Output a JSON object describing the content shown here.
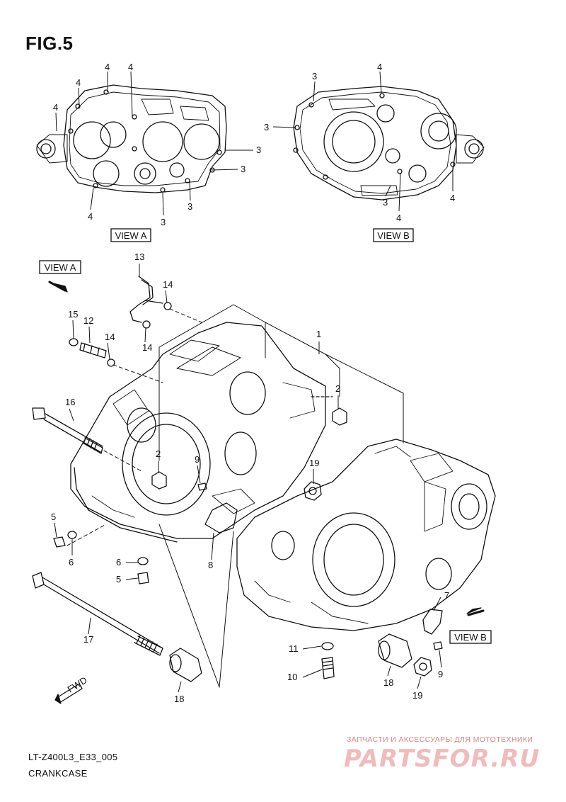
{
  "figure": {
    "title": "FIG.5",
    "code": "LT-Z400L3_E33_005",
    "name": "CRANKCASE"
  },
  "views": {
    "view_a": "VIEW A",
    "view_b": "VIEW B"
  },
  "watermark": {
    "tagline": "ЗАПЧАСТИ И АКСЕССУАРЫ ДЛЯ МОТОТЕХНИКИ",
    "logo": "PARTSFOR.RU",
    "color": "#d32f2f"
  },
  "fwd_label": "FWD",
  "callouts": {
    "va_4a": "4",
    "va_4b": "4",
    "va_4c": "4",
    "va_4d": "4",
    "va_4e": "4",
    "va_3a": "3",
    "va_3b": "3",
    "va_3c": "3",
    "va_3d": "3",
    "vb_3a": "3",
    "vb_3b": "3",
    "vb_3c": "3",
    "vb_4a": "4",
    "vb_4b": "4",
    "vb_4c": "4",
    "p1": "1",
    "p2a": "2",
    "p2b": "2",
    "p5a": "5",
    "p5b": "5",
    "p6a": "6",
    "p6b": "6",
    "p7": "7",
    "p8": "8",
    "p9a": "9",
    "p9b": "9",
    "p10": "10",
    "p11": "11",
    "p12": "12",
    "p13": "13",
    "p14a": "14",
    "p14b": "14",
    "p14c": "14",
    "p15": "15",
    "p16": "16",
    "p17": "17",
    "p18a": "18",
    "p18b": "18",
    "p19a": "19",
    "p19b": "19"
  }
}
